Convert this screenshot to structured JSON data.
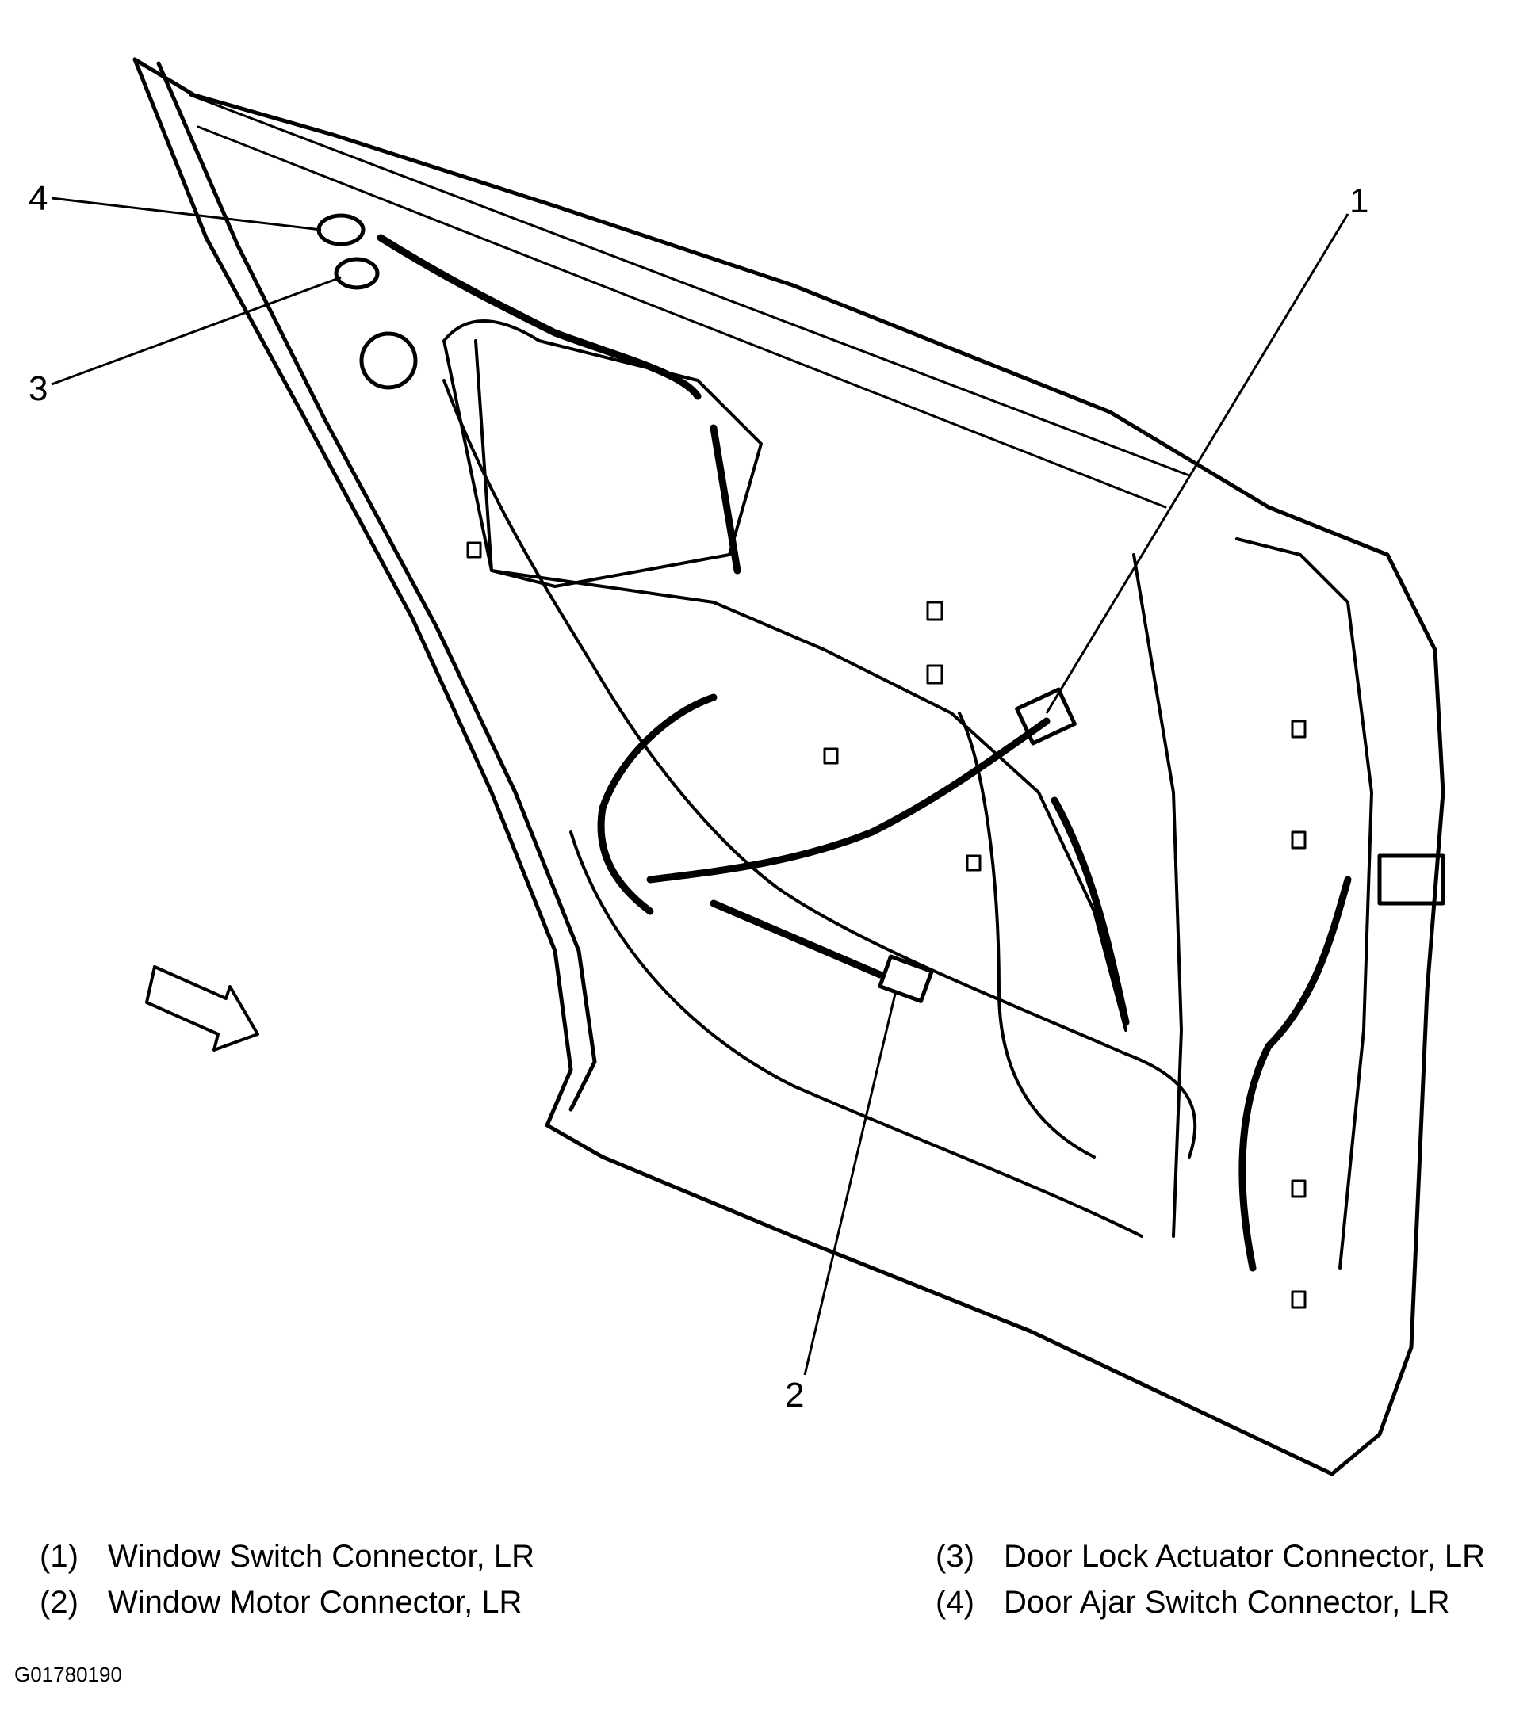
{
  "callouts": {
    "c1": "1",
    "c2": "2",
    "c3": "3",
    "c4": "4"
  },
  "legend": [
    {
      "num": "(1)",
      "text": "Window Switch Connector, LR"
    },
    {
      "num": "(2)",
      "text": "Window Motor Connector, LR"
    },
    {
      "num": "(3)",
      "text": "Door Lock Actuator Connector, LR"
    },
    {
      "num": "(4)",
      "text": "Door Ajar Switch Connector, LR"
    }
  ],
  "figure_id": "G01780190"
}
